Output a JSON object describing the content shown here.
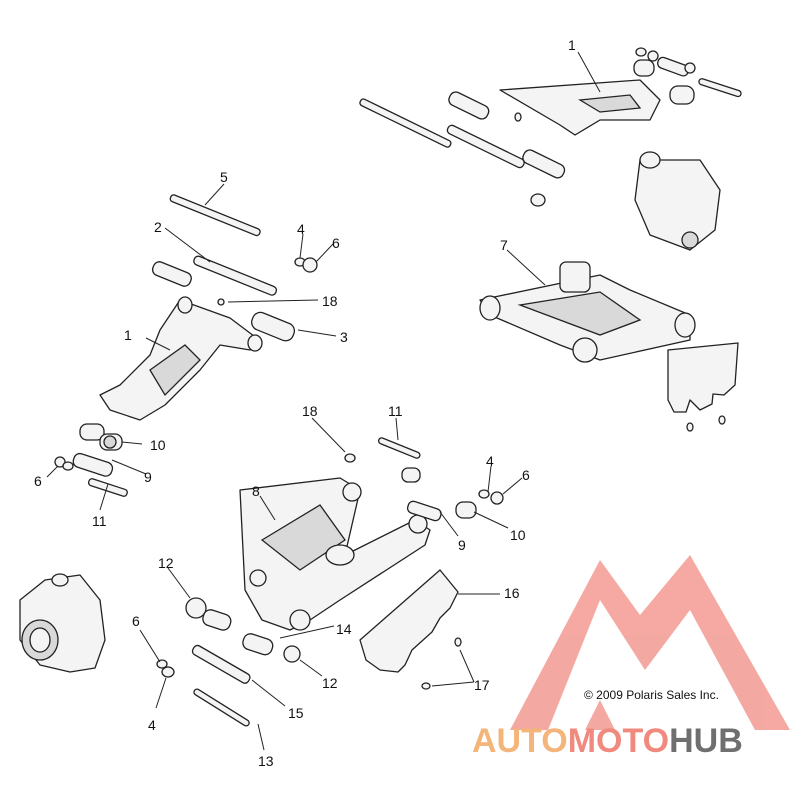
{
  "callouts": [
    {
      "id": "c1a",
      "text": "1"
    },
    {
      "id": "c1b",
      "text": "1"
    },
    {
      "id": "c2",
      "text": "2"
    },
    {
      "id": "c3",
      "text": "3"
    },
    {
      "id": "c4a",
      "text": "4"
    },
    {
      "id": "c4b",
      "text": "4"
    },
    {
      "id": "c4c",
      "text": "4"
    },
    {
      "id": "c5",
      "text": "5"
    },
    {
      "id": "c6a",
      "text": "6"
    },
    {
      "id": "c6b",
      "text": "6"
    },
    {
      "id": "c6c",
      "text": "6"
    },
    {
      "id": "c6d",
      "text": "6"
    },
    {
      "id": "c7",
      "text": "7"
    },
    {
      "id": "c8",
      "text": "8"
    },
    {
      "id": "c9a",
      "text": "9"
    },
    {
      "id": "c9b",
      "text": "9"
    },
    {
      "id": "c10a",
      "text": "10"
    },
    {
      "id": "c10b",
      "text": "10"
    },
    {
      "id": "c11a",
      "text": "11"
    },
    {
      "id": "c11b",
      "text": "11"
    },
    {
      "id": "c12a",
      "text": "12"
    },
    {
      "id": "c12b",
      "text": "12"
    },
    {
      "id": "c13",
      "text": "13"
    },
    {
      "id": "c14",
      "text": "14"
    },
    {
      "id": "c15",
      "text": "15"
    },
    {
      "id": "c16",
      "text": "16"
    },
    {
      "id": "c17",
      "text": "17"
    },
    {
      "id": "c18a",
      "text": "18"
    },
    {
      "id": "c18b",
      "text": "18"
    }
  ],
  "copyright": "© 2009 Polaris Sales Inc.",
  "watermark": {
    "part1": "AUTO",
    "part2": "MOTO",
    "part3": "HUB",
    "colors": {
      "auto": "#f3b57a",
      "moto": "#f08a7e",
      "hub": "#6f6f6f",
      "logo": "#f39a92"
    }
  }
}
